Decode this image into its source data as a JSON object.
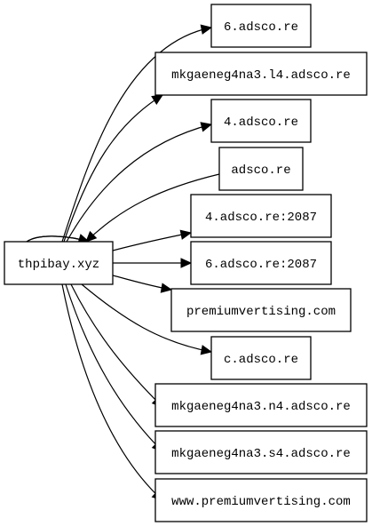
{
  "graph": {
    "source": {
      "id": "src",
      "label": "thpibay.xyz"
    },
    "targets": [
      {
        "id": "t0",
        "label": "6.adsco.re"
      },
      {
        "id": "t1",
        "label": "mkgaeneg4na3.l4.adsco.re"
      },
      {
        "id": "t2",
        "label": "4.adsco.re"
      },
      {
        "id": "t3",
        "label": "adsco.re"
      },
      {
        "id": "t4",
        "label": "4.adsco.re:2087"
      },
      {
        "id": "t5",
        "label": "6.adsco.re:2087"
      },
      {
        "id": "t6",
        "label": "premiumvertising.com"
      },
      {
        "id": "t7",
        "label": "c.adsco.re"
      },
      {
        "id": "t8",
        "label": "mkgaeneg4na3.n4.adsco.re"
      },
      {
        "id": "t9",
        "label": "mkgaeneg4na3.s4.adsco.re"
      },
      {
        "id": "t10",
        "label": "www.premiumvertising.com"
      }
    ],
    "edges": [
      {
        "from": "src",
        "to": "t0"
      },
      {
        "from": "src",
        "to": "t1"
      },
      {
        "from": "src",
        "to": "t2"
      },
      {
        "from": "src",
        "to": "t3"
      },
      {
        "from": "src",
        "to": "t4"
      },
      {
        "from": "src",
        "to": "t5"
      },
      {
        "from": "src",
        "to": "t6"
      },
      {
        "from": "src",
        "to": "t7"
      },
      {
        "from": "src",
        "to": "t8"
      },
      {
        "from": "src",
        "to": "t9"
      },
      {
        "from": "src",
        "to": "t10"
      },
      {
        "from": "t3",
        "to": "src"
      }
    ],
    "colors": {
      "background": "#ffffff",
      "node_border": "#000000",
      "edge": "#000000",
      "text": "#000000"
    }
  }
}
